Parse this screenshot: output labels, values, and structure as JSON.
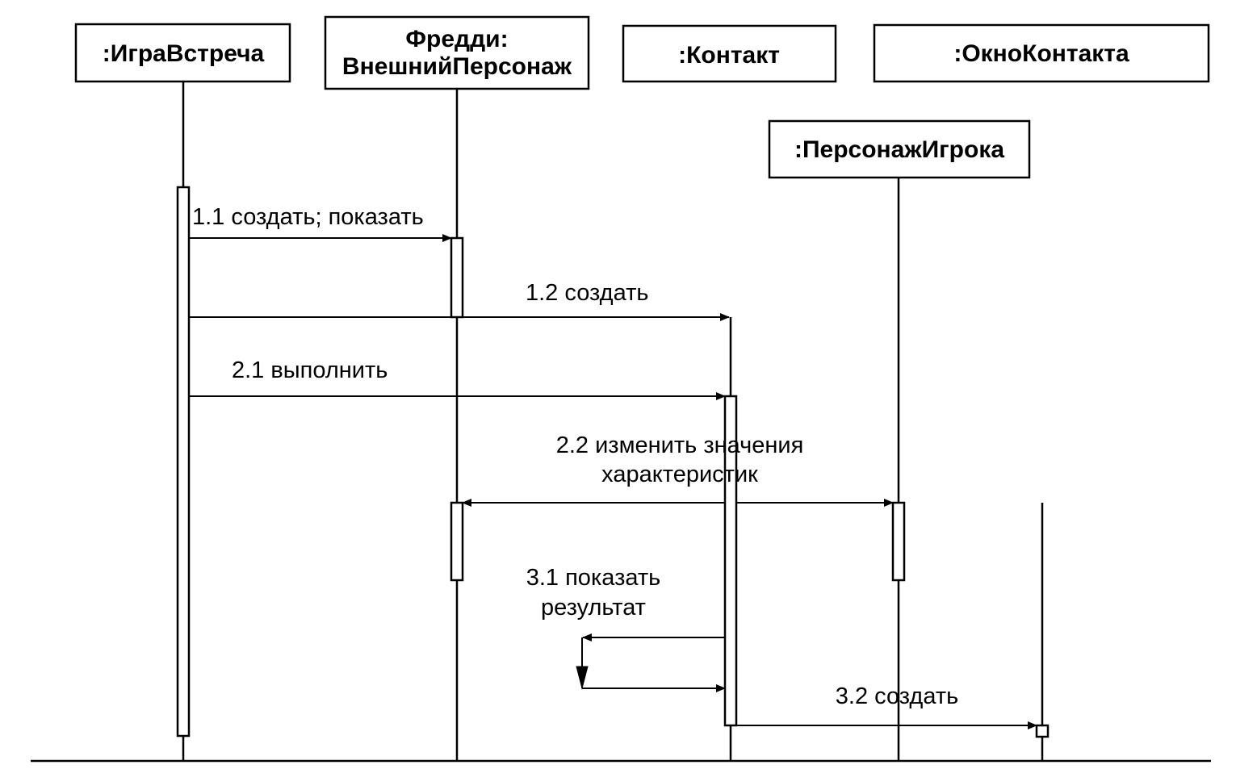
{
  "objects": {
    "igra_vstrecha": ":ИграВстреча",
    "freddi_line1": "Фредди:",
    "freddi_line2": "ВнешнийПерсонаж",
    "kontakt": ":Контакт",
    "okno_kontakta": ":ОкноКонтакта",
    "personazh_igroka": ":ПерсонажИгрока"
  },
  "messages": {
    "m1_1": "1.1 создать; показать",
    "m1_2": "1.2 создать",
    "m2_1": "2.1 выполнить",
    "m2_2_line1": "2.2 изменить значения",
    "m2_2_line2": "характеристик",
    "m3_1_line1": "3.1 показать",
    "m3_1_line2": "результат",
    "m3_2": "3.2 создать"
  }
}
